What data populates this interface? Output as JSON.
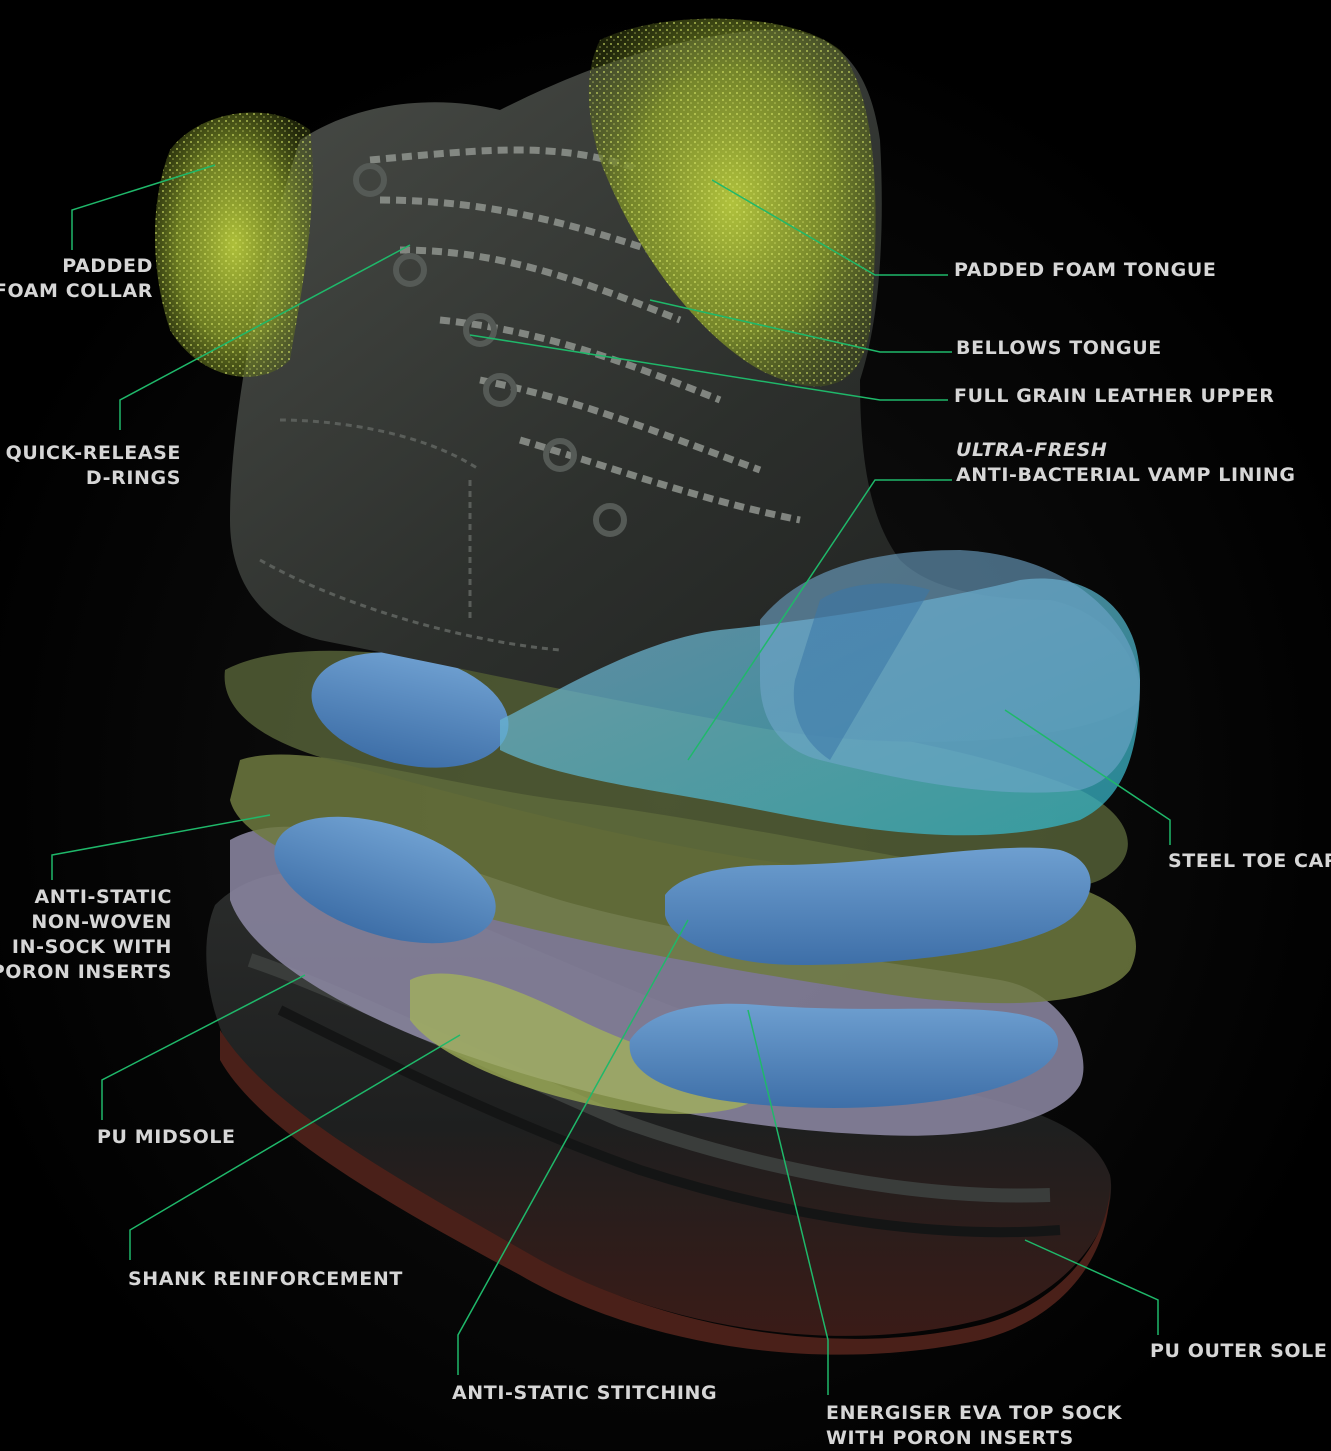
{
  "colors": {
    "background": "#000000",
    "leader_line": "#1fb86a",
    "label_text": "#d6d6d6",
    "boot_leather": "#2f3230",
    "foam": "#8a9a2c",
    "insert_blue": "#4a7db5",
    "toe_cap_teal": "#4fb8c8",
    "outsole": "#5a2a22"
  },
  "labels": {
    "foam_collar": [
      "PADDED",
      "FOAM COLLAR"
    ],
    "d_rings": [
      "QUICK-RELEASE",
      "D-RINGS"
    ],
    "foam_tongue": "PADDED FOAM TONGUE",
    "bellows_tongue": "BELLOWS TONGUE",
    "leather_upper": "FULL GRAIN LEATHER UPPER",
    "vamp_lining_brand": "ULTRA-FRESH",
    "vamp_lining": "ANTI-BACTERIAL VAMP LINING",
    "steel_toe": "STEEL TOE CAP",
    "in_sock": [
      "ANTI-STATIC",
      "NON-WOVEN",
      "IN-SOCK WITH",
      "PORON INSERTS"
    ],
    "pu_midsole": "PU MIDSOLE",
    "shank": "SHANK REINFORCEMENT",
    "stitching": "ANTI-STATIC STITCHING",
    "top_sock": [
      "ENERGISER EVA TOP SOCK",
      "WITH PORON INSERTS"
    ],
    "outer_sole": "PU OUTER SOLE"
  }
}
